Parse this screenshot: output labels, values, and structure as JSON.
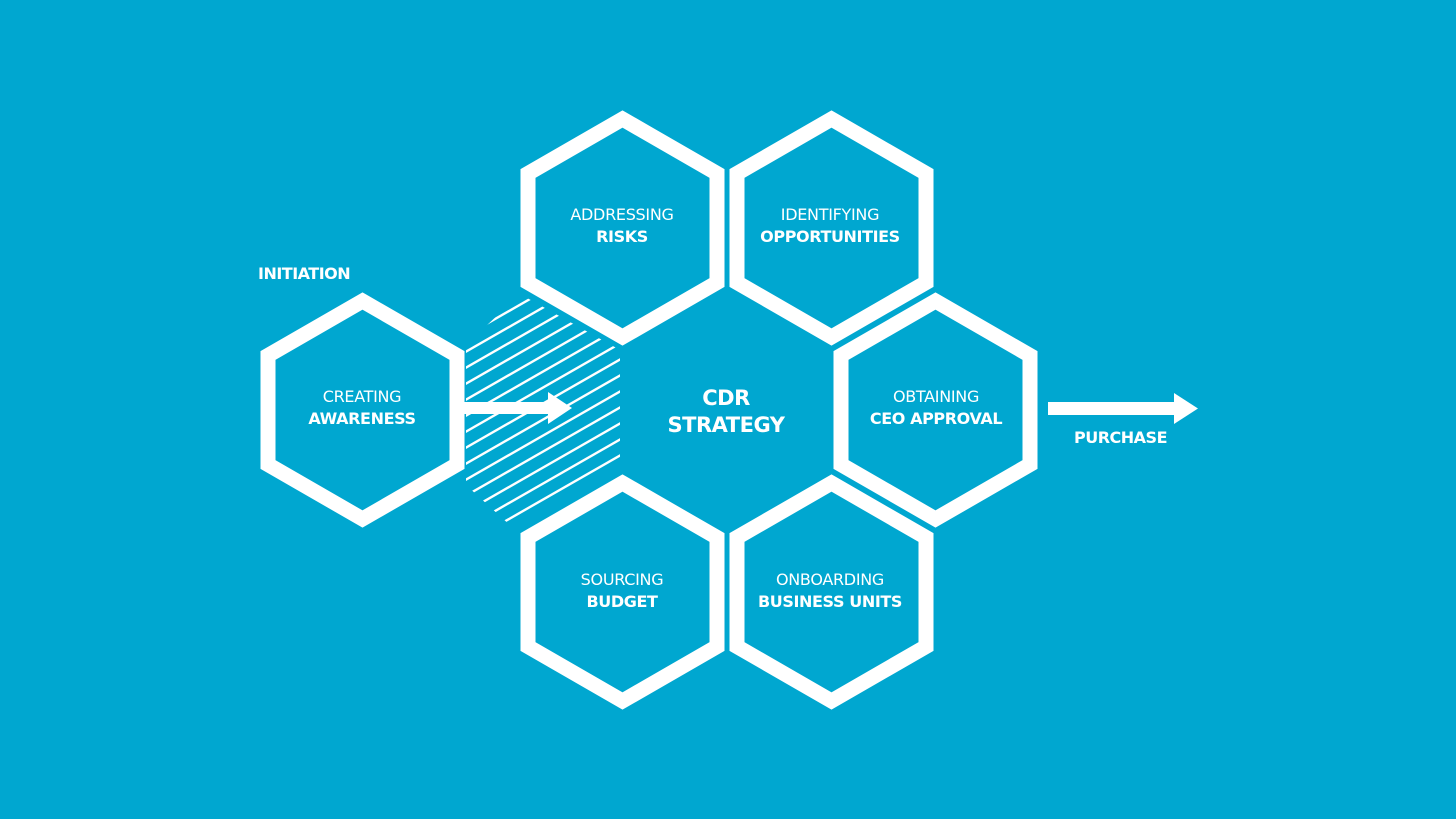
{
  "colors": {
    "background": "#00a7d0",
    "foreground": "#ffffff"
  },
  "center": {
    "line1": "CDR",
    "line2": "STRATEGY"
  },
  "nodes": [
    {
      "id": "addressing-risks",
      "line1": "ADDRESSING",
      "line2": "RISKS"
    },
    {
      "id": "identifying-opportunities",
      "line1": "IDENTIFYING",
      "line2": "OPPORTUNITIES"
    },
    {
      "id": "creating-awareness",
      "line1": "CREATING",
      "line2": "AWARENESS"
    },
    {
      "id": "obtaining-ceo-approval",
      "line1": "OBTAINING",
      "line2": "CEO APPROVAL"
    },
    {
      "id": "sourcing-budget",
      "line1": "SOURCING",
      "line2": "BUDGET"
    },
    {
      "id": "onboarding-business-units",
      "line1": "ONBOARDING",
      "line2": "BUSINESS UNITS"
    }
  ],
  "labels": {
    "start": "INITIATION",
    "end": "PURCHASE"
  },
  "connections": [
    {
      "from": "creating-awareness",
      "to": "center",
      "style": "arrow"
    },
    {
      "from": "obtaining-ceo-approval",
      "to": "purchase",
      "style": "arrow"
    }
  ]
}
